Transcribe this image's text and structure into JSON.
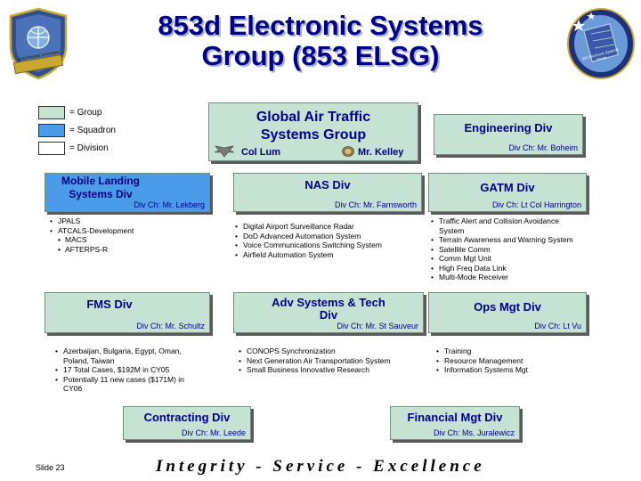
{
  "header": {
    "title_line1": "853d Electronic Systems",
    "title_line2": "Group (853 ELSG)"
  },
  "emblems": {
    "left_shield_text": "ELECTRONIC SYSTEMS",
    "right_patch_text": "853 Electronic Systems Group"
  },
  "legend": [
    {
      "label": "= Group",
      "color": "#c5e2d2"
    },
    {
      "label": "= Squadron",
      "color": "#4a9ce8"
    },
    {
      "label": "= Division",
      "color": "#ffffff"
    }
  ],
  "org": {
    "global": {
      "title_line1": "Global Air Traffic",
      "title_line2": "Systems Group",
      "person_left": "Col Lum",
      "person_right": "Mr. Kelley"
    },
    "engineering": {
      "title": "Engineering Div",
      "chief": "Div Ch: Mr. Boheim"
    },
    "mobile": {
      "title_line1": "Mobile Landing",
      "title_line2": "Systems Div",
      "chief": "Div Ch: Mr. Lekberg"
    },
    "nas": {
      "title": "NAS Div",
      "chief": "Div Ch: Mr. Farnsworth"
    },
    "gatm": {
      "title": "GATM Div",
      "chief": "Div Ch: Lt Col Harrington"
    },
    "fms": {
      "title": "FMS Div",
      "chief": "Div Ch: Mr. Schultz"
    },
    "adv": {
      "title_line1": "Adv Systems & Tech",
      "title_line2": "Div",
      "chief": "Div Ch: Mr. St Sauveur"
    },
    "ops": {
      "title": "Ops Mgt Div",
      "chief": "Div Ch: Lt Vu"
    },
    "contracting": {
      "title": "Contracting Div",
      "chief": "Div Ch: Mr. Leede"
    },
    "financial": {
      "title": "Financial Mgt Div",
      "chief": "Div Ch: Ms. Juralewicz"
    }
  },
  "bullets": {
    "mobile": {
      "b1": "JPALS",
      "b2": "ATCALS-Development",
      "s1": "MACS",
      "s2": "AFTERPS-R"
    },
    "nas": [
      "Digital Airport Surveillance Radar",
      "DoD Advanced Automation System",
      "Voice Communications Switching System",
      "Airfield Automation System"
    ],
    "gatm": {
      "b1a": "Traffic Alert and Collision Avoidance",
      "b1b": "System",
      "b2": "Terrain Awareness and Warning System",
      "b3": "Satellite Comm",
      "b4": "Comm Mgt Unit",
      "b5": "High Freq Data Link",
      "b6": "Multi-Mode Receiver"
    },
    "fms": {
      "b1a": "Azerbaijan, Bulgaria, Egypt, Oman,",
      "b1b": "Poland, Taiwan",
      "b2": "17 Total Cases, $192M in CY05",
      "b3a": "Potentially 11 new cases ($171M) in",
      "b3b": "CY06"
    },
    "adv": [
      "CONOPS Synchronization",
      "Next Generation Air Transportation System",
      "Small Business Innovative Research"
    ],
    "ops": [
      "Training",
      "Resource Management",
      "Information Systems Mgt"
    ]
  },
  "footer": {
    "motto": "Integrity - Service - Excellence",
    "slide_number": "Slide 23"
  }
}
